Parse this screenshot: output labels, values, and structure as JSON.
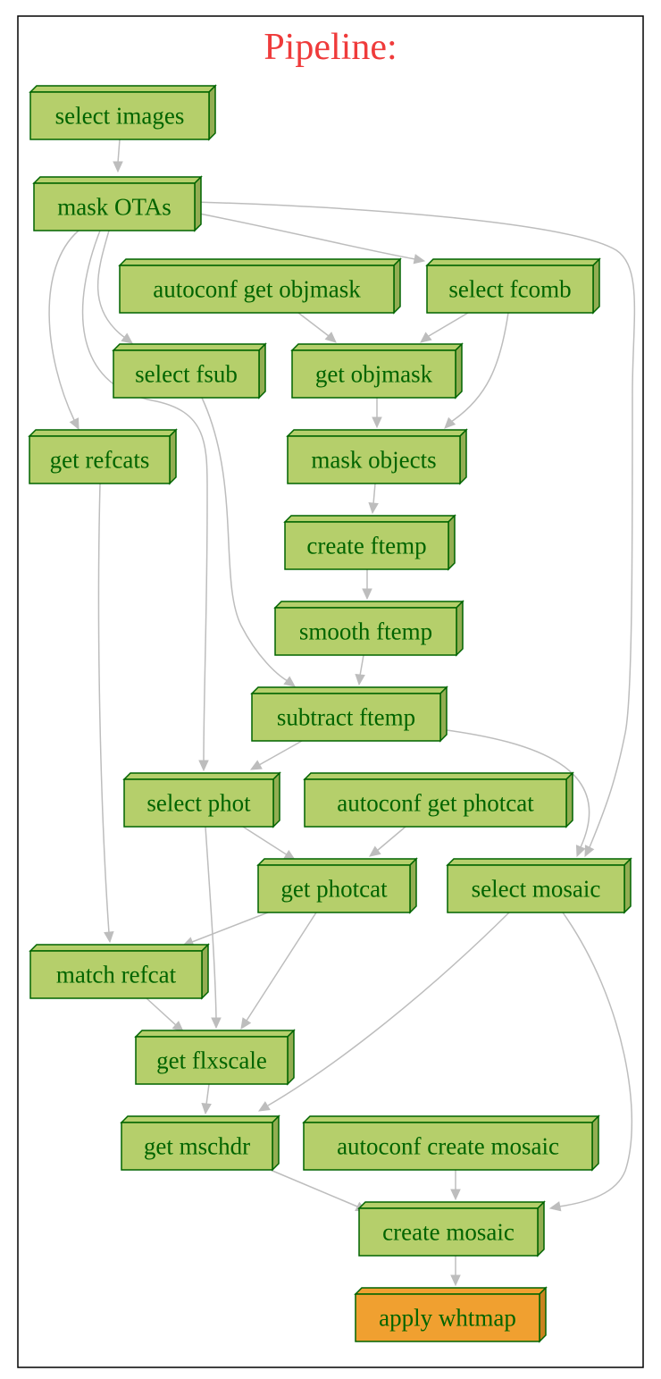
{
  "title": "Pipeline:",
  "colors": {
    "title": "#ef3b3b",
    "node_fill": "#b5cf6b",
    "node_fill_dark": "#93ad52",
    "node_border": "#006400",
    "node_text": "#006400",
    "final_fill": "#f0a030",
    "final_fill_dark": "#c9821f",
    "edge": "#bdbdbd",
    "frame": "#000000"
  },
  "nodes": [
    {
      "id": "select_images",
      "label": "select images"
    },
    {
      "id": "mask_otas",
      "label": "mask OTAs"
    },
    {
      "id": "autoconf_objmask",
      "label": "autoconf get objmask"
    },
    {
      "id": "select_fcomb",
      "label": "select fcomb"
    },
    {
      "id": "select_fsub",
      "label": "select fsub"
    },
    {
      "id": "get_objmask",
      "label": "get objmask"
    },
    {
      "id": "get_refcats",
      "label": "get refcats"
    },
    {
      "id": "mask_objects",
      "label": "mask objects"
    },
    {
      "id": "create_ftemp",
      "label": "create ftemp"
    },
    {
      "id": "smooth_ftemp",
      "label": "smooth ftemp"
    },
    {
      "id": "subtract_ftemp",
      "label": "subtract ftemp"
    },
    {
      "id": "select_phot",
      "label": "select phot"
    },
    {
      "id": "autoconf_photcat",
      "label": "autoconf get photcat"
    },
    {
      "id": "get_photcat",
      "label": "get photcat"
    },
    {
      "id": "select_mosaic",
      "label": "select mosaic"
    },
    {
      "id": "match_refcat",
      "label": "match refcat"
    },
    {
      "id": "get_flxscale",
      "label": "get flxscale"
    },
    {
      "id": "get_mschdr",
      "label": "get mschdr"
    },
    {
      "id": "autoconf_mosaic",
      "label": "autoconf create mosaic"
    },
    {
      "id": "create_mosaic",
      "label": "create mosaic"
    },
    {
      "id": "apply_whtmap",
      "label": "apply whtmap",
      "final": true
    }
  ],
  "edges": [
    [
      "select_images",
      "mask_otas"
    ],
    [
      "mask_otas",
      "select_fcomb"
    ],
    [
      "mask_otas",
      "select_fsub"
    ],
    [
      "mask_otas",
      "get_refcats"
    ],
    [
      "mask_otas",
      "select_phot"
    ],
    [
      "mask_otas",
      "select_mosaic"
    ],
    [
      "autoconf_objmask",
      "get_objmask"
    ],
    [
      "select_fcomb",
      "get_objmask"
    ],
    [
      "select_fcomb",
      "mask_objects"
    ],
    [
      "get_objmask",
      "mask_objects"
    ],
    [
      "mask_objects",
      "create_ftemp"
    ],
    [
      "create_ftemp",
      "smooth_ftemp"
    ],
    [
      "smooth_ftemp",
      "subtract_ftemp"
    ],
    [
      "select_fsub",
      "subtract_ftemp"
    ],
    [
      "subtract_ftemp",
      "select_phot"
    ],
    [
      "subtract_ftemp",
      "select_mosaic"
    ],
    [
      "select_phot",
      "get_photcat"
    ],
    [
      "select_phot",
      "get_flxscale"
    ],
    [
      "autoconf_photcat",
      "get_photcat"
    ],
    [
      "get_refcats",
      "match_refcat"
    ],
    [
      "get_photcat",
      "match_refcat"
    ],
    [
      "get_photcat",
      "get_flxscale"
    ],
    [
      "match_refcat",
      "get_flxscale"
    ],
    [
      "get_flxscale",
      "get_mschdr"
    ],
    [
      "select_mosaic",
      "get_mschdr"
    ],
    [
      "select_mosaic",
      "create_mosaic"
    ],
    [
      "get_mschdr",
      "create_mosaic"
    ],
    [
      "autoconf_mosaic",
      "create_mosaic"
    ],
    [
      "create_mosaic",
      "apply_whtmap"
    ]
  ]
}
